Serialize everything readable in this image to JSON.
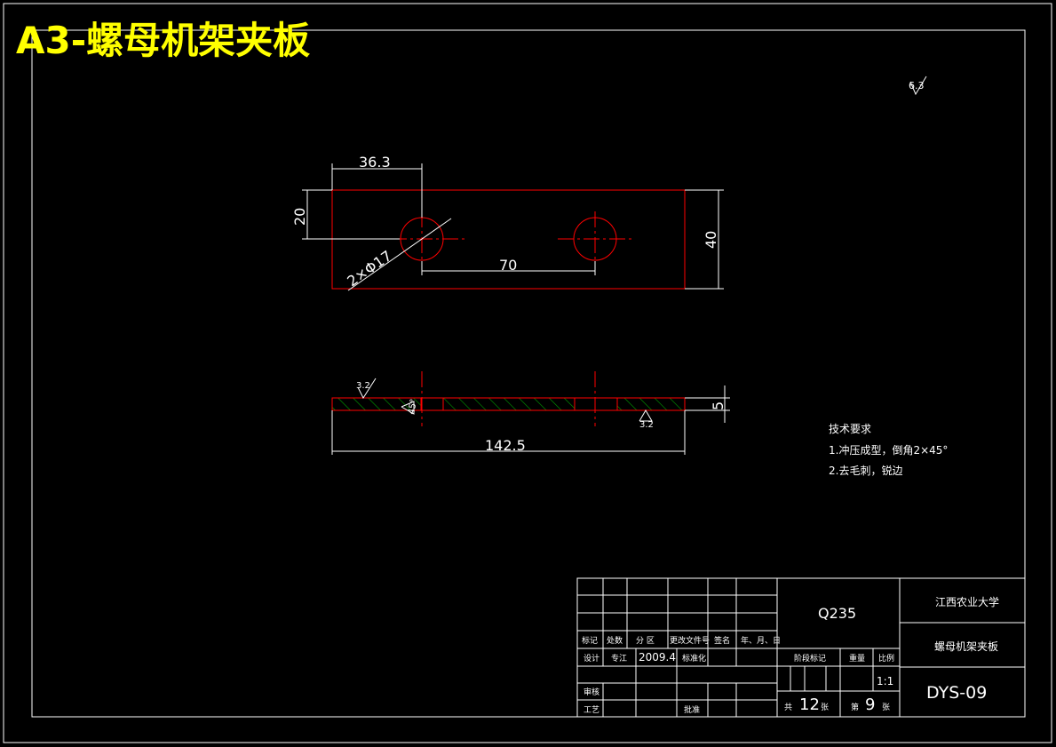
{
  "drawing": {
    "title": "A3-螺母机架夹板",
    "roughness_top": "6.3",
    "dims": {
      "d_36_3": "36.3",
      "d_20": "20",
      "d_40": "40",
      "d_holes": "2×Φ17",
      "d_70": "70",
      "d_142_5": "142.5",
      "d_5": "5",
      "rough_left": "3.2",
      "rough_right": "3.2",
      "chamfer_mark": "45°"
    },
    "tech": {
      "heading": "技术要求",
      "line1": "1.冲压成型，倒角2×45°",
      "line2": "2.去毛刺，锐边"
    },
    "colors": {
      "outline": "#ff0000",
      "hatch": "#00a000",
      "dim": "#ffffff",
      "title": "#ffff00"
    }
  },
  "title_block": {
    "material": "Q235",
    "school": "江西农业大学",
    "part_name": "螺母机架夹板",
    "drawing_no": "DYS-09",
    "h_mark": "标记",
    "h_count": "处数",
    "h_zone": "分 区",
    "h_docno": "更改文件号",
    "h_sign": "签名",
    "h_date": "年、月、日",
    "r_design": "设计",
    "r_designer": "专江",
    "r_date": "2009.4",
    "r_std": "标准化",
    "r_review": "审核",
    "r_process": "工艺",
    "r_approve": "批准",
    "stage": "阶段标记",
    "weight": "重量",
    "scale_label": "比例",
    "scale": "1:1",
    "total_pre": "共",
    "total_num": "12",
    "total_suf": "张",
    "sheet_pre": "第",
    "sheet_num": "9",
    "sheet_suf": "张"
  }
}
